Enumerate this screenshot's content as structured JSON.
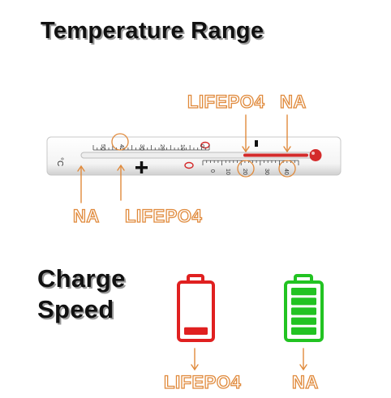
{
  "title": "Temperature Range",
  "charge_speed": {
    "line1": "Charge",
    "line2": "Speed"
  },
  "thermometer": {
    "unit_label": "°C",
    "plus_label": "+",
    "minus_label": "-",
    "upper_ticks": [
      "50",
      "40",
      "30",
      "20",
      "10",
      "0"
    ],
    "lower_ticks": [
      "0",
      "10",
      "20",
      "30",
      "40"
    ],
    "top_labels": {
      "lifepo4": "LIFEPO4",
      "na": "NA"
    },
    "bottom_labels": {
      "na": "NA",
      "lifepo4": "LIFEPO4"
    }
  },
  "batteries": {
    "lifepo4": {
      "label": "LIFEPO4",
      "color": "#e02020",
      "charge_fraction": 0.2
    },
    "na": {
      "label": "NA",
      "color": "#22c322",
      "charge_fraction": 1.0
    }
  },
  "colors": {
    "annotation": "#e08a3c",
    "mercury": "#d42b2b"
  }
}
